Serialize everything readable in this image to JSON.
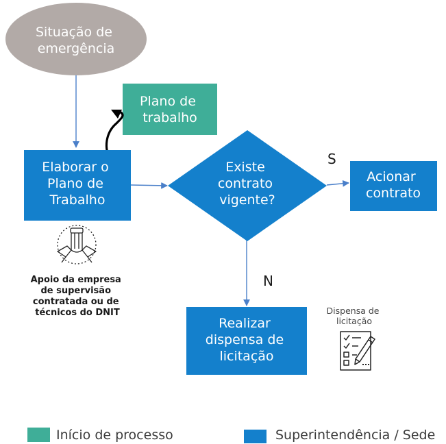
{
  "colors": {
    "start": "#b2aaa7",
    "teal": "#3fae98",
    "blue": "#1480cc",
    "arrow": "#4a7fc9"
  },
  "nodes": {
    "start": [
      "Situação de",
      "emergência"
    ],
    "plano": [
      "Plano de",
      "trabalho"
    ],
    "elaborar": [
      "Elaborar o",
      "Plano de",
      "Trabalho"
    ],
    "decision": [
      "Existe",
      "contrato",
      "vigente?"
    ],
    "acionar": [
      "Acionar",
      "contrato"
    ],
    "dispensa": [
      "Realizar",
      "dispensa de",
      "licitação"
    ]
  },
  "branches": {
    "yes": "S",
    "no": "N"
  },
  "notes": {
    "apoio": [
      "Apoio da empresa",
      "de supervisão",
      "contratada ou de",
      "técnicos do DNIT"
    ],
    "dispensa_icon_label": [
      "Dispensa de",
      "licitação"
    ]
  },
  "icons": {
    "apoio": "teamwork-hands-icon",
    "dispensa": "checklist-pen-icon"
  },
  "legend": [
    {
      "label": "Início de processo",
      "color": "#3fae98"
    },
    {
      "label": "Superintendência / Sede",
      "color": "#1480cc"
    }
  ]
}
